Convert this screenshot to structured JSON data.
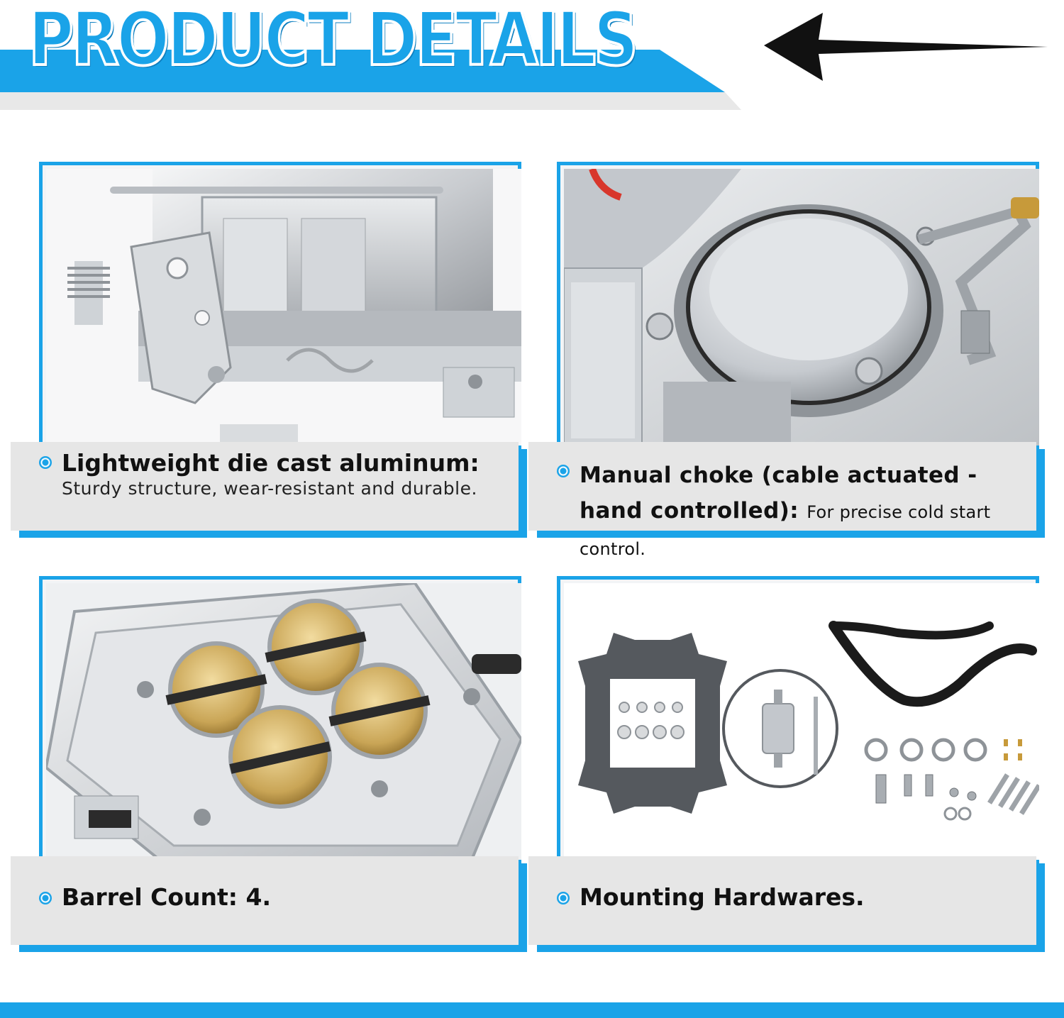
{
  "header": {
    "title": "PRODUCT DETAILS",
    "arrow_icon": "arrow-left-icon",
    "accent_color": "#1aa3e8"
  },
  "features": [
    {
      "title": "Lightweight die cast aluminum:",
      "body": "Sturdy structure, wear-resistant and durable.",
      "photo_icon": "carburetor-side-photo"
    },
    {
      "title": "Manual choke (cable actuated - hand controlled):",
      "body": "For precise cold start control.",
      "photo_icon": "choke-housing-photo"
    },
    {
      "title": "Barrel Count: 4.",
      "body": "",
      "photo_icon": "carburetor-base-photo"
    },
    {
      "title": "Mounting Hardwares.",
      "body": "",
      "photo_icon": "hardware-kit-photo"
    }
  ]
}
